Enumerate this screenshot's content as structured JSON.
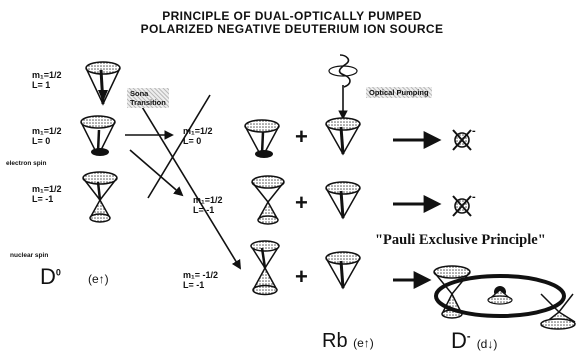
{
  "title_line1": "PRINCIPLE OF DUAL-OPTICALLY PUMPED",
  "title_line2": "POLARIZED NEGATIVE DEUTERIUM ION SOURCE",
  "left_states": [
    {
      "mi": "m₁=1/2",
      "l": "L= 1"
    },
    {
      "mi": "m₁=1/2",
      "l": "L= 0"
    },
    {
      "mi": "m₁=1/2",
      "l": "L= -1"
    }
  ],
  "electron_spin_label": "electron spin",
  "nuclear_spin_label": "nuclear spin",
  "d0_label": "D",
  "d0_superscript": "0",
  "d0_spin": "(e↑)",
  "sona_transition_line1": "Sona",
  "sona_transition_line2": "Transition",
  "optical_pumping_label": "Optical Pumping",
  "middle_states": [
    {
      "mi": "m₁=1/2",
      "l": "L= 0"
    },
    {
      "mi": "m₁=1/2",
      "l": "L= -1"
    },
    {
      "mi": "m₁= -1/2",
      "l": "L= -1"
    }
  ],
  "plus_sign": "+",
  "arrow_symbol": "→",
  "blocked_superscript": "-",
  "pauli_label": "\"Pauli  Exclusive Principle\"",
  "rb_label": "Rb",
  "rb_spin": "(e↑)",
  "dminus_label": "D",
  "dminus_superscript": "-",
  "dminus_spin": "(d↓)"
}
